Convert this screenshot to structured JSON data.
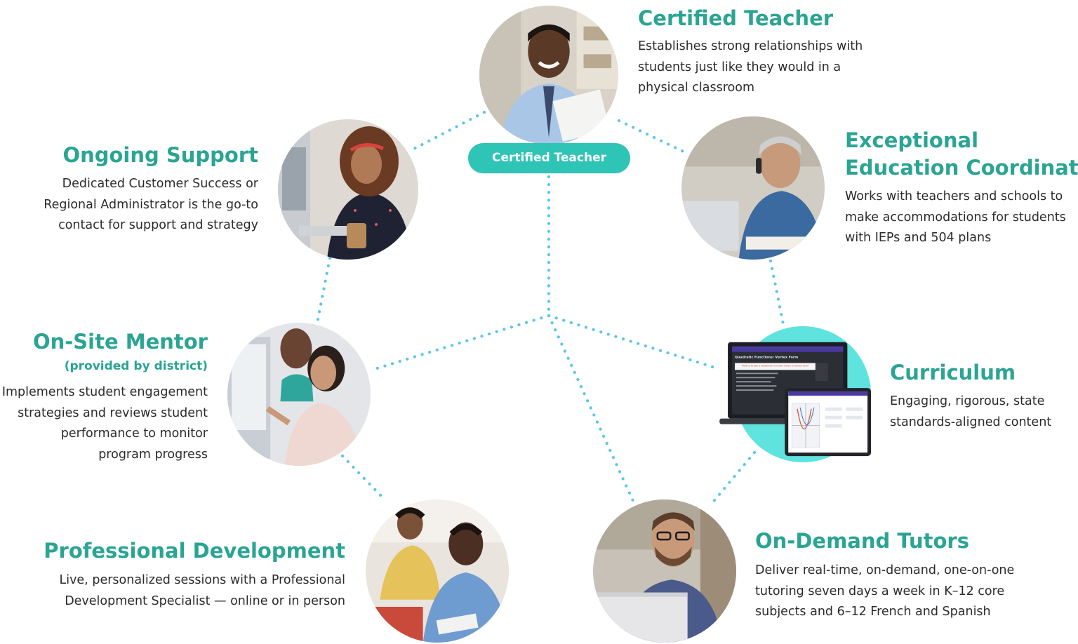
{
  "colors": {
    "accent": "#2aa493",
    "pill": "#2ec4b6",
    "dots": "#5bc4ee",
    "curriculum_bg": "#5ee3de"
  },
  "hub": {
    "label": "Certified Teacher"
  },
  "nodes": {
    "certified_teacher": {
      "title": "Certified Teacher",
      "lines": [
        "Establishes strong relationships with",
        "students just like they would in a",
        "physical classroom"
      ]
    },
    "ongoing_support": {
      "title": "Ongoing Support",
      "lines": [
        "Dedicated Customer Success or",
        "Regional Administrator is the go-to",
        "contact for support and strategy"
      ]
    },
    "eec": {
      "title_line1": "Exceptional",
      "title_line2": "Education Coordinator",
      "lines": [
        "Works with teachers and schools to",
        "make accommodations for students",
        "with IEPs and 504 plans"
      ]
    },
    "onsite_mentor": {
      "title": "On-Site Mentor",
      "subtitle": "(provided by district)",
      "lines": [
        "Implements student engagement",
        "strategies and reviews student",
        "performance to monitor",
        "program progress"
      ]
    },
    "curriculum": {
      "title": "Curriculum",
      "lines": [
        "Engaging, rigorous, state",
        "standards-aligned content"
      ]
    },
    "professional_development": {
      "title": "Professional Development",
      "lines": [
        "Live, personalized sessions with a Professional",
        "Development Specialist — online or in person"
      ]
    },
    "on_demand_tutors": {
      "title": "On-Demand Tutors",
      "lines": [
        "Deliver real-time, on-demand, one-on-one",
        "tutoring seven days a week in K–12 core",
        "subjects and 6–12 French and Spanish"
      ]
    }
  },
  "screen_text": {
    "lesson_title": "Quadratic Functions: Vertex Form",
    "video_title": "How to Graph a Quadratic Function Given in Vertex Form"
  }
}
